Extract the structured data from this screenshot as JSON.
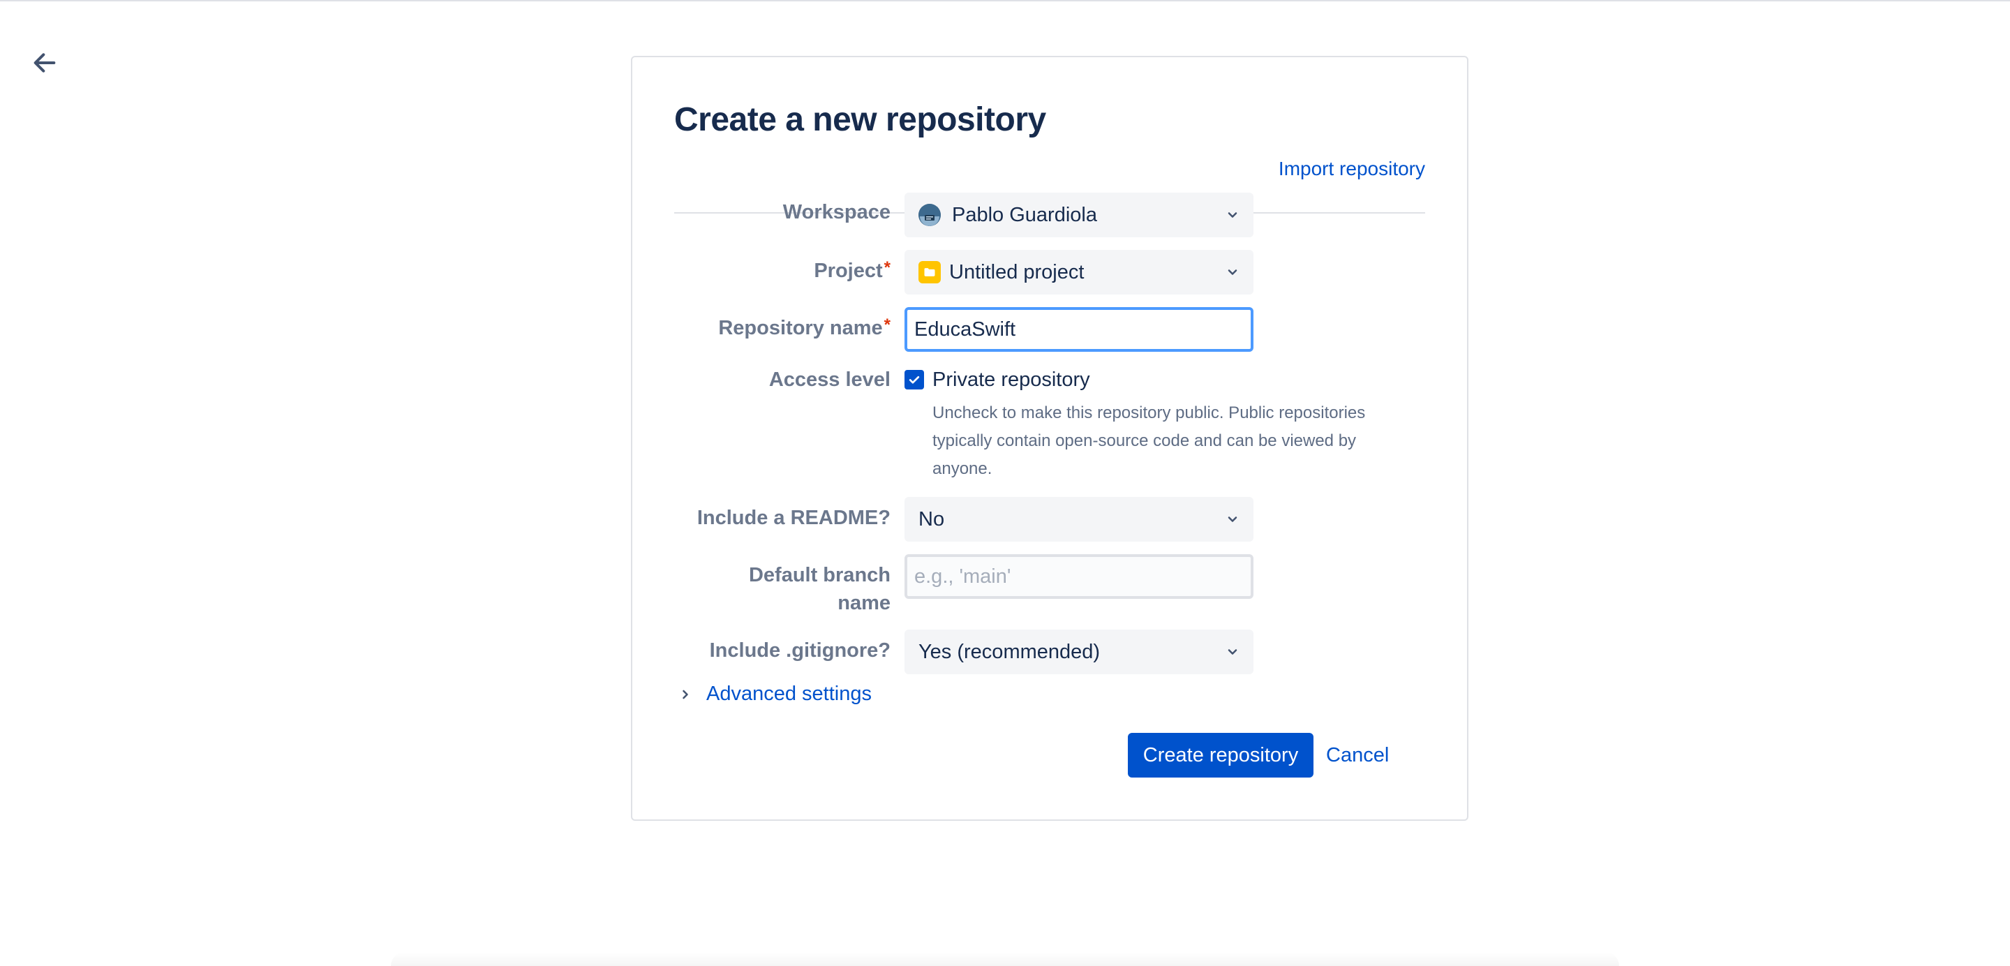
{
  "nav": {
    "back_icon": "arrow-left-icon"
  },
  "header": {
    "title": "Create a new repository",
    "import_link": "Import repository"
  },
  "form": {
    "workspace": {
      "label": "Workspace",
      "value": "Pablo Guardiola"
    },
    "project": {
      "label": "Project",
      "required_mark": "*",
      "value": "Untitled project"
    },
    "repository_name": {
      "label": "Repository name",
      "required_mark": "*",
      "value": "EducaSwift"
    },
    "access_level": {
      "label": "Access level",
      "checkbox_label": "Private repository",
      "checked": true,
      "help": "Uncheck to make this repository public. Public repositories typically contain open-source code and can be viewed by anyone."
    },
    "readme": {
      "label": "Include a README?",
      "value": "No"
    },
    "default_branch": {
      "label_line1": "Default branch",
      "label_line2": "name",
      "value": "",
      "placeholder": "e.g., 'main'"
    },
    "gitignore": {
      "label": "Include .gitignore?",
      "value": "Yes (recommended)"
    },
    "advanced": {
      "label": "Advanced settings"
    }
  },
  "actions": {
    "create": "Create repository",
    "cancel": "Cancel"
  },
  "colors": {
    "primary": "#0052cc",
    "text": "#172b4d",
    "label": "#6b778c",
    "required": "#de350b",
    "focus": "#4c9aff",
    "folder": "#ffc400"
  }
}
